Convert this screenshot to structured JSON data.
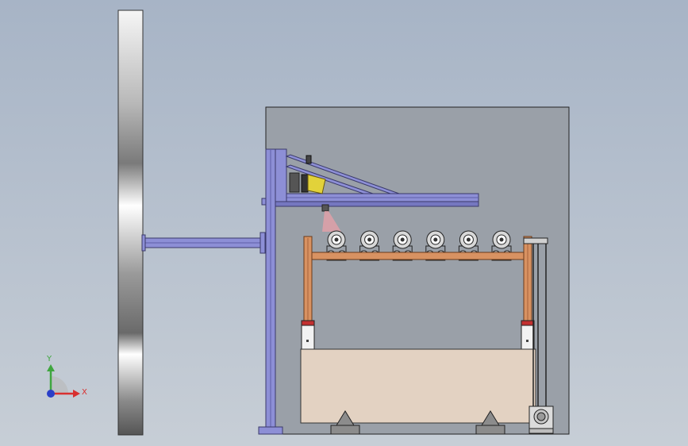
{
  "viewport": {
    "background_top": "#a7b4c6",
    "background_bottom": "#c7ced6"
  },
  "axes_triad": {
    "y_label": "Y",
    "x_label": "X",
    "y_color": "#3fa63f",
    "x_color": "#d83030",
    "z_color": "#2a3fc8"
  },
  "colors": {
    "frame_purple": "#8d8fd6",
    "frame_purple_dark": "#5e5fa8",
    "enclosure_fill": "#9aa0a8",
    "wood": "#d89262",
    "wood_dark": "#a8623a",
    "tank_fill": "#e3d2c2",
    "support_fill": "#8c8c8c",
    "column_light": "#f4f4f4",
    "column_dark": "#6c6c6c",
    "laser": "#e8a0a8",
    "sensor_yellow": "#e2d23a",
    "red_band": "#c23030"
  },
  "rollers": {
    "count": 6
  }
}
